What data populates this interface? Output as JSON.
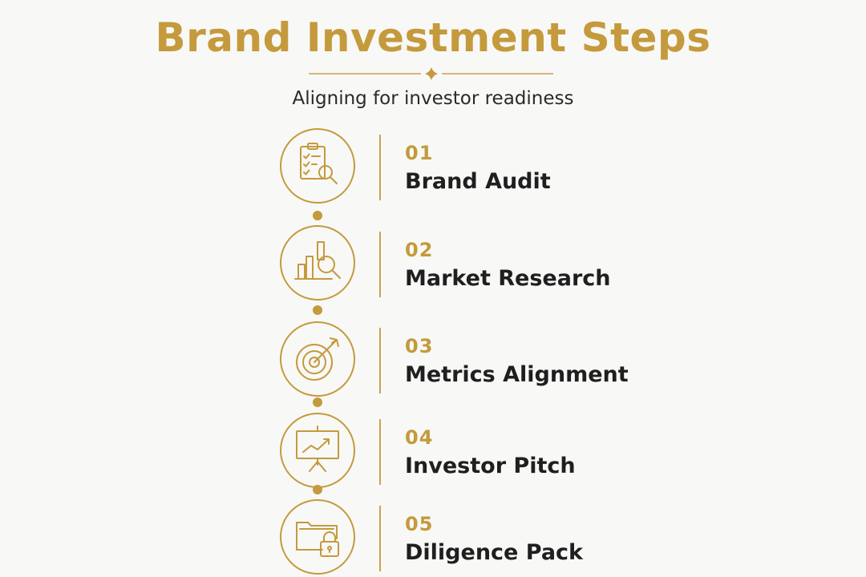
{
  "title": "Brand Investment Steps",
  "subtitle": "Aligning for investor readiness",
  "colors": {
    "accent_gold": "#c49a3c",
    "text_dark": "#1f1f1f",
    "background": "#f8f8f6"
  },
  "steps": [
    {
      "number": "01",
      "title": "Brand Audit",
      "icon": "clipboard-magnifier-icon"
    },
    {
      "number": "02",
      "title": "Market Research",
      "icon": "bar-chart-magnifier-icon"
    },
    {
      "number": "03",
      "title": "Metrics Alignment",
      "icon": "target-arrow-icon"
    },
    {
      "number": "04",
      "title": "Investor Pitch",
      "icon": "presentation-board-icon"
    },
    {
      "number": "05",
      "title": "Diligence Pack",
      "icon": "folder-lock-icon"
    }
  ]
}
